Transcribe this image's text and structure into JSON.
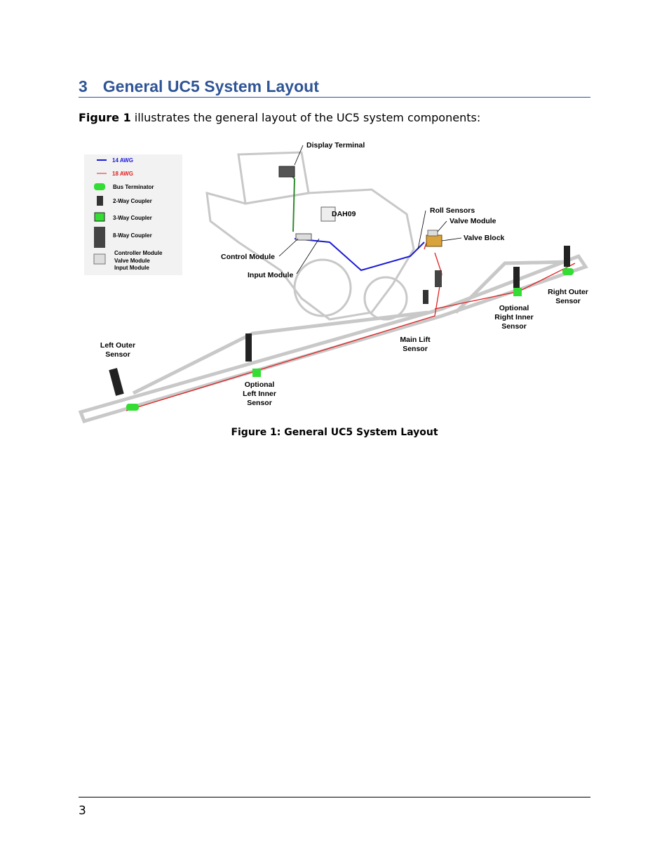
{
  "section": {
    "number": "3",
    "title": "General UC5 System Layout"
  },
  "intro": {
    "ref": "Figure 1",
    "text": " illustrates the general layout of the UC5 system components:"
  },
  "legend": {
    "awg14": "14 AWG",
    "awg18": "18 AWG",
    "bus_terminator": "Bus Terminator",
    "two_way": "2-Way Coupler",
    "three_way": "3-Way Coupler",
    "eight_way": "8-Way Coupler",
    "controller_module": "Controller Module",
    "valve_module": "Valve Module",
    "input_module": "Input Module"
  },
  "labels": {
    "display_terminal": "Display Terminal",
    "dah09": "DAH09",
    "roll_sensors": "Roll Sensors",
    "valve_module": "Valve Module",
    "valve_block": "Valve Block",
    "control_module": "Control Module",
    "input_module": "Input Module",
    "right_outer_1": "Right Outer",
    "right_outer_2": "Sensor",
    "opt_right_1": "Optional",
    "opt_right_2": "Right Inner",
    "opt_right_3": "Sensor",
    "main_lift_1": "Main Lift",
    "main_lift_2": "Sensor",
    "left_outer_1": "Left Outer",
    "left_outer_2": "Sensor",
    "opt_left_1": "Optional",
    "opt_left_2": "Left Inner",
    "opt_left_3": "Sensor"
  },
  "colors": {
    "blue_wire": "#1a1ad6",
    "red_wire": "#e02020",
    "green_wire": "#2e8b2e",
    "terminator": "#33dd33",
    "heading": "#2f5496"
  },
  "caption": "Figure 1: General UC5 System Layout",
  "page_number": "3"
}
